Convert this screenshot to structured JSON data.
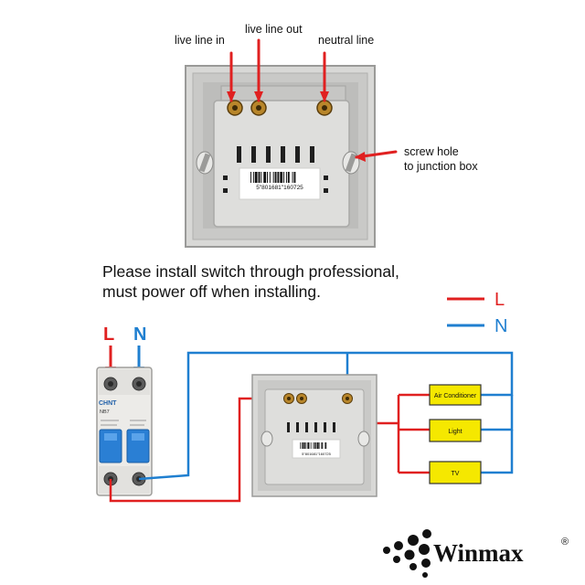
{
  "top_labels": {
    "live_line_in": "live line in",
    "live_line_out": "live line out",
    "neutral_line": "neutral line",
    "screw_hole_line1": "screw hole",
    "screw_hole_line2": "to junction box"
  },
  "barcode_text": "5\"801681\"160725",
  "instruction": {
    "line1": "Please install switch through professional,",
    "line2": "must power off when installing."
  },
  "legend": {
    "live_label": "L",
    "neutral_label": "N",
    "live_color": "#e02020",
    "neutral_color": "#1f7fd0"
  },
  "breaker": {
    "brand": "CHNT",
    "model": "NB7",
    "l_label": "L",
    "n_label": "N"
  },
  "loads": [
    {
      "label": "Air Conditioner"
    },
    {
      "label": "Light"
    },
    {
      "label": "TV"
    }
  ],
  "load_color": "#f5e800",
  "brand": {
    "name": "Winmax",
    "mark": "®"
  }
}
